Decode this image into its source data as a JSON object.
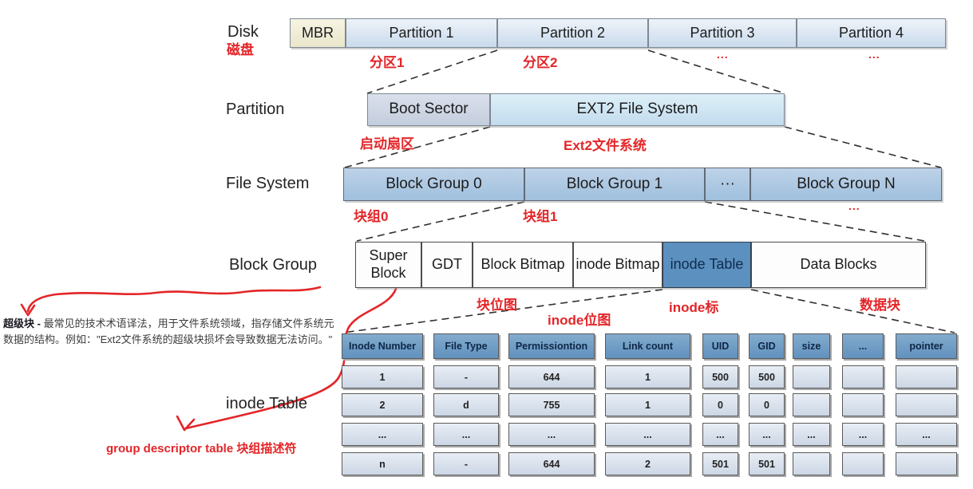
{
  "labels": {
    "disk": "Disk",
    "disk_cn": "磁盘",
    "partition": "Partition",
    "file_system": "File System",
    "block_group": "Block Group",
    "inode_table": "inode Table"
  },
  "disk_row": {
    "mbr": "MBR",
    "p1": "Partition 1",
    "p2": "Partition 2",
    "p3": "Partition 3",
    "p4": "Partition 4",
    "p1_cn": "分区1",
    "p2_cn": "分区2",
    "p3_cn": "...",
    "p4_cn": "..."
  },
  "partition_row": {
    "boot": "Boot Sector",
    "ext2": "EXT2 File System",
    "boot_cn": "启动扇区",
    "ext2_cn": "Ext2文件系统"
  },
  "fs_row": {
    "bg0": "Block Group 0",
    "bg1": "Block Group 1",
    "dots": "···",
    "bgn": "Block Group N",
    "bg0_cn": "块组0",
    "bg1_cn": "块组1",
    "bgn_cn": "..."
  },
  "bg_row": {
    "super_block": "Super Block",
    "gdt": "GDT",
    "block_bitmap": "Block Bitmap",
    "inode_bitmap": "inode Bitmap",
    "inode_table": "inode Table",
    "data_blocks": "Data Blocks",
    "block_bitmap_cn": "块位图",
    "inode_bitmap_cn": "inode位图",
    "inode_table_cn": "inode标",
    "data_blocks_cn": "数据块"
  },
  "annotations": {
    "superblock_note_bold": "超级块 -",
    "superblock_note": " 最常见的技术术语译法，用于文件系统领域，指存储文件系统元数据的结构。例如：\"Ext2文件系统的超级块损坏会导致数据无法访问。\"",
    "gdt_note": "group descriptor table 块组描述符"
  },
  "inode_table": {
    "headers": [
      "Inode Number",
      "File Type",
      "Permissiontion",
      "Link count",
      "UID",
      "GID",
      "size",
      "...",
      "pointer"
    ],
    "rows": [
      [
        "1",
        "-",
        "644",
        "1",
        "500",
        "500",
        "",
        "",
        ""
      ],
      [
        "2",
        "d",
        "755",
        "1",
        "0",
        "0",
        "",
        "",
        ""
      ],
      [
        "...",
        "...",
        "...",
        "...",
        "...",
        "...",
        "...",
        "...",
        "..."
      ],
      [
        "n",
        "-",
        "644",
        "2",
        "501",
        "501",
        "",
        "",
        ""
      ]
    ]
  },
  "colors": {
    "red": "#e42528",
    "header_blue": "#6d9dc6",
    "inode_table_blue": "#5b90bf"
  }
}
